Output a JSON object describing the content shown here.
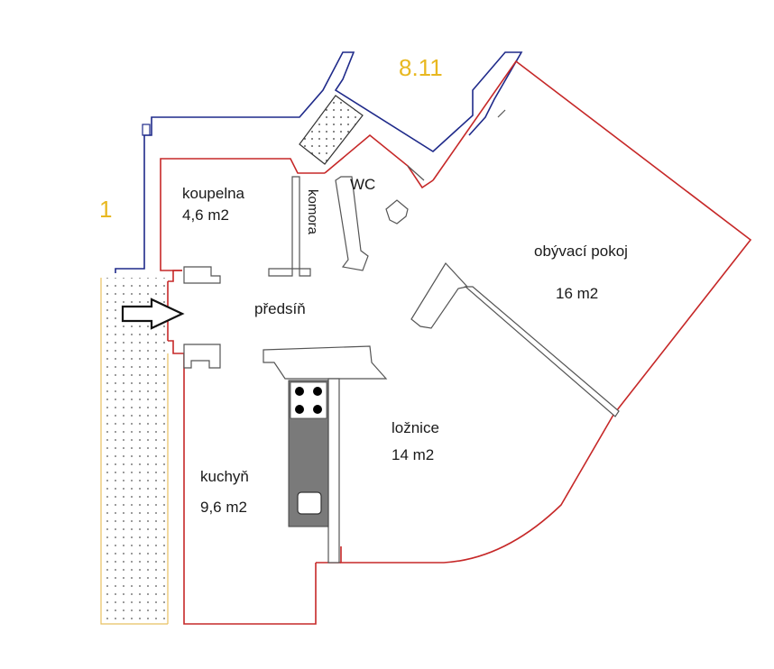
{
  "labels": {
    "koupelna": "koupelna",
    "koupelna_area": "4,6 m2",
    "komora": "komora",
    "wc": "WC",
    "obyvaci": "obývací pokoj",
    "obyvaci_area": "16 m2",
    "predsin": "předsíň",
    "loznice": "ložnice",
    "loznice_area": "14 m2",
    "kuchyn": "kuchyň",
    "kuchyn_area": "9,6 m2",
    "unit_number": "8.11",
    "floor_number": "1"
  },
  "colors": {
    "wall_red": "#c62828",
    "wall_blue": "#1f2a8a",
    "label_yellow": "#e8b820",
    "terrace_yellow": "#e8c060",
    "stove": "#7a7a7a"
  },
  "icons": [
    "entrance-arrow-icon",
    "stove-burner-icon",
    "sink-icon"
  ]
}
